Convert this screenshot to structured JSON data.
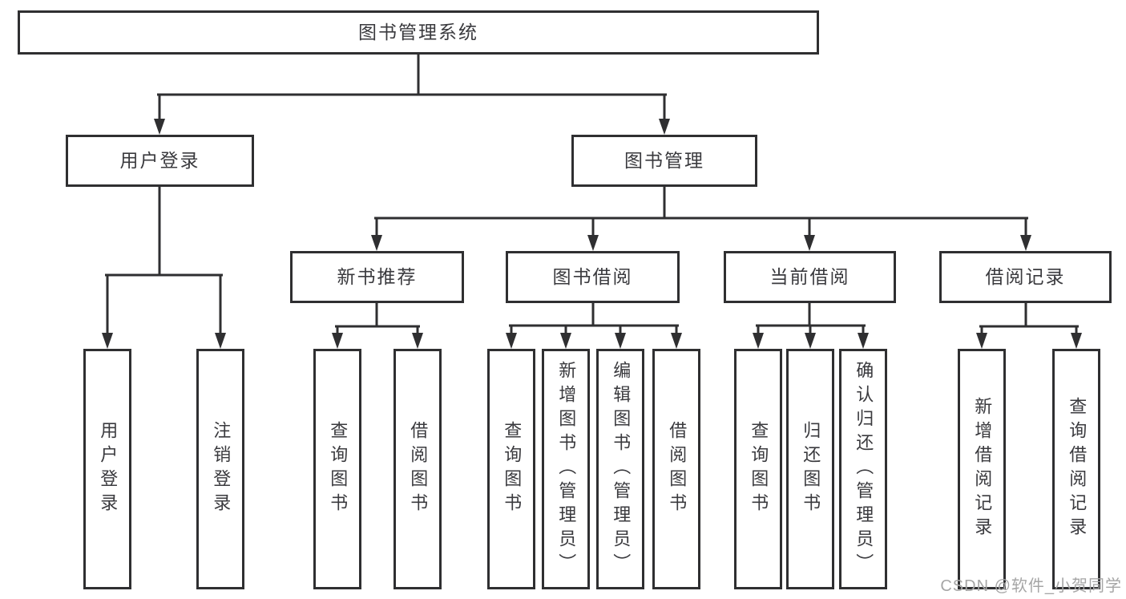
{
  "diagram": {
    "root": {
      "label": "图书管理系统"
    },
    "user": {
      "label": "用户登录",
      "children": [
        {
          "label": "用户登录"
        },
        {
          "label": "注销登录"
        }
      ]
    },
    "mgmt": {
      "label": "图书管理"
    },
    "recommend": {
      "label": "新书推荐",
      "children": [
        {
          "label": "查询图书"
        },
        {
          "label": "借阅图书"
        }
      ]
    },
    "borrow": {
      "label": "图书借阅",
      "children": [
        {
          "label": "查询图书"
        },
        {
          "label": "新增图书（管理员）"
        },
        {
          "label": "编辑图书（管理员）"
        },
        {
          "label": "借阅图书"
        }
      ]
    },
    "current": {
      "label": "当前借阅",
      "children": [
        {
          "label": "查询图书"
        },
        {
          "label": "归还图书"
        },
        {
          "label": "确认归还（管理员）"
        }
      ]
    },
    "records": {
      "label": "借阅记录",
      "children": [
        {
          "label": "新增借阅记录"
        },
        {
          "label": "查询借阅记录"
        }
      ]
    }
  },
  "watermark": {
    "text": "CSDN @软件_小贺同学"
  },
  "colors": {
    "line": "#2f2f31",
    "text": "#3a3a3e",
    "watermark": "#a6a6a6",
    "background": "#ffffff"
  }
}
